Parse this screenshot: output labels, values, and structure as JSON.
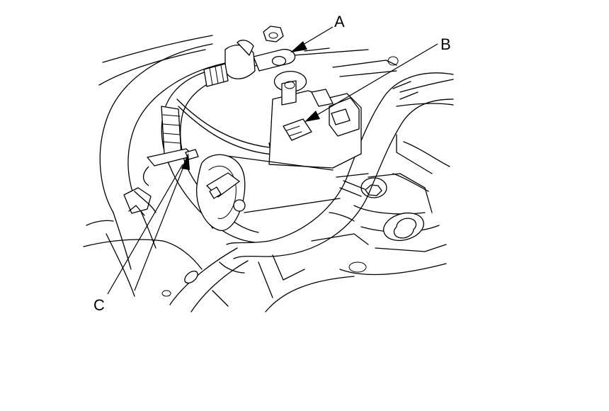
{
  "callouts": {
    "a": {
      "label": "A"
    },
    "b": {
      "label": "B"
    },
    "c": {
      "label": "C"
    }
  },
  "colors": {
    "line": "#000000",
    "background": "#ffffff"
  }
}
